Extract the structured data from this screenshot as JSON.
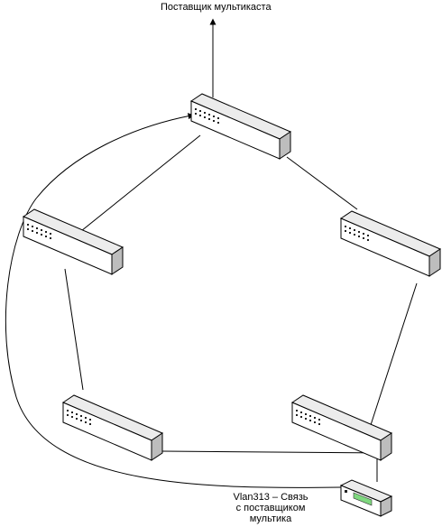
{
  "diagram": {
    "top_label": "Поставщик мультикаста",
    "vlan_label": {
      "line1": "Vlan313 – Связь",
      "line2": "с поставщиком",
      "line3": "мультика"
    },
    "nodes": [
      {
        "id": "switch-top",
        "kind": "switch"
      },
      {
        "id": "switch-left-upper",
        "kind": "switch"
      },
      {
        "id": "switch-right-upper",
        "kind": "switch"
      },
      {
        "id": "switch-left-lower",
        "kind": "switch"
      },
      {
        "id": "switch-right-lower",
        "kind": "switch"
      },
      {
        "id": "router-multicast",
        "kind": "router"
      }
    ],
    "links": [
      [
        "switch-top",
        "switch-left-upper"
      ],
      [
        "switch-top",
        "switch-right-upper"
      ],
      [
        "switch-left-upper",
        "switch-left-lower"
      ],
      [
        "switch-right-upper",
        "switch-right-lower"
      ],
      [
        "switch-left-lower",
        "switch-right-lower"
      ],
      [
        "switch-right-lower",
        "router-multicast"
      ]
    ],
    "colors": {
      "stroke": "#000000",
      "switch_top": "#e9e9e9",
      "switch_front": "#ffffff",
      "switch_side": "#b9b9b9",
      "router_accent": "#7fd87f"
    }
  }
}
